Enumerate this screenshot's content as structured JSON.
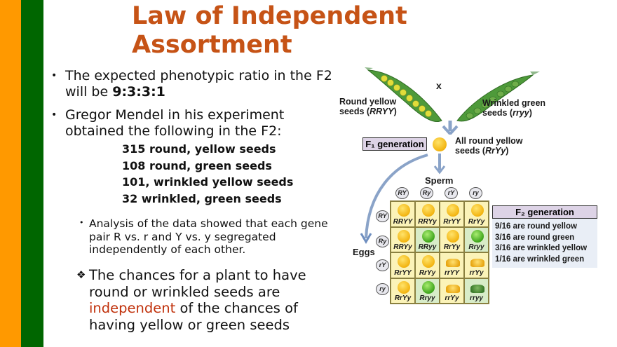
{
  "slide": {
    "title": "Law of Independent Assortment",
    "bullets": [
      {
        "text_prefix": "The expected phenotypic ratio in the F2 will be ",
        "bold": "9:3:3:1"
      },
      {
        "text": "Gregor Mendel in his experiment obtained the following in the F2:"
      }
    ],
    "counts": [
      "315 round, yellow seeds",
      "108 round, green seeds",
      "101, wrinkled yellow seeds",
      "32 wrinkled, green seeds"
    ],
    "sub_bullet": "Analysis of the data showed that each gene pair R vs. r and Y vs. y segregated independently of each other.",
    "star_bullet": {
      "before": "The chances for a plant to have round or wrinkled seeds are ",
      "highlight": "independent",
      "after": " of the chances of having yellow or green seeds"
    },
    "colors": {
      "orange_band": "#ff9900",
      "green_band": "#006600",
      "title": "#c65316",
      "highlight": "#c0300a"
    }
  },
  "diagram": {
    "cross_symbol": "x",
    "parent1": {
      "line1": "Round yellow",
      "line2_prefix": "seeds (",
      "genotype": "RRYY",
      "line2_suffix": ")"
    },
    "parent2": {
      "line1": "Wrinkled green",
      "line2_prefix": "seeds (",
      "genotype": "rryy",
      "line2_suffix": ")"
    },
    "f1_label": "F₁ generation",
    "f1_desc": {
      "line1": "All round yellow",
      "line2_prefix": "seeds (",
      "genotype": "RrYy",
      "line2_suffix": ")"
    },
    "sperm_label": "Sperm",
    "eggs_label": "Eggs",
    "sperm_gametes": [
      "RY",
      "Ry",
      "rY",
      "ry"
    ],
    "egg_gametes": [
      "RY",
      "Ry",
      "rY",
      "ry"
    ],
    "punnett": [
      [
        {
          "g": "RRYY",
          "p": "ry"
        },
        {
          "g": "RRYy",
          "p": "ry"
        },
        {
          "g": "RrYY",
          "p": "ry"
        },
        {
          "g": "RrYy",
          "p": "ry"
        }
      ],
      [
        {
          "g": "RRYy",
          "p": "ry"
        },
        {
          "g": "RRyy",
          "p": "rg"
        },
        {
          "g": "RrYy",
          "p": "ry"
        },
        {
          "g": "Rryy",
          "p": "rg"
        }
      ],
      [
        {
          "g": "RrYY",
          "p": "ry"
        },
        {
          "g": "RrYy",
          "p": "ry"
        },
        {
          "g": "rrYY",
          "p": "wy"
        },
        {
          "g": "rrYy",
          "p": "wy"
        }
      ],
      [
        {
          "g": "RrYy",
          "p": "ry"
        },
        {
          "g": "Rryy",
          "p": "rg"
        },
        {
          "g": "rrYy",
          "p": "wy"
        },
        {
          "g": "rryy",
          "p": "wg"
        }
      ]
    ],
    "f2": {
      "header": "F₂ generation",
      "lines": [
        "9/16 are round yellow",
        "3/16 are round green",
        "3/16 are wrinkled yellow",
        "1/16 are wrinkled green"
      ]
    }
  }
}
